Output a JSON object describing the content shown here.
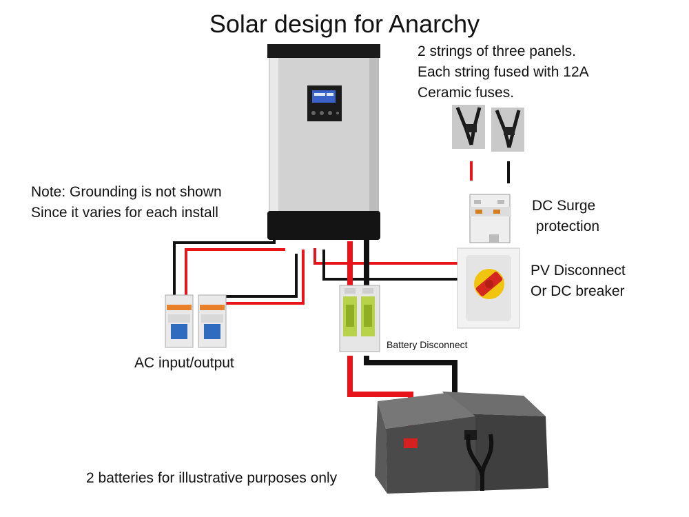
{
  "title": "Solar design for Anarchy",
  "strings_note": [
    "2 strings of three panels.",
    "Each string fused with 12A",
    "Ceramic fuses."
  ],
  "grounding_note": [
    "Note: Grounding is not shown",
    "Since it varies for each install"
  ],
  "dc_surge_label": [
    "DC Surge",
    " protection"
  ],
  "pv_disconnect_label": [
    "PV Disconnect",
    "Or DC breaker"
  ],
  "battery_disconnect_label": "Battery Disconnect",
  "ac_label": "AC input/output",
  "batteries_note": "2 batteries for illustrative purposes only",
  "colors": {
    "positive_wire": "#e8141b",
    "negative_wire": "#111111"
  },
  "icons": [
    "inverter-icon",
    "fuse-connector-icon",
    "surge-protector-icon",
    "pv-disconnect-switch-icon",
    "battery-disconnect-icon",
    "ac-breaker-icon",
    "battery-icon"
  ]
}
